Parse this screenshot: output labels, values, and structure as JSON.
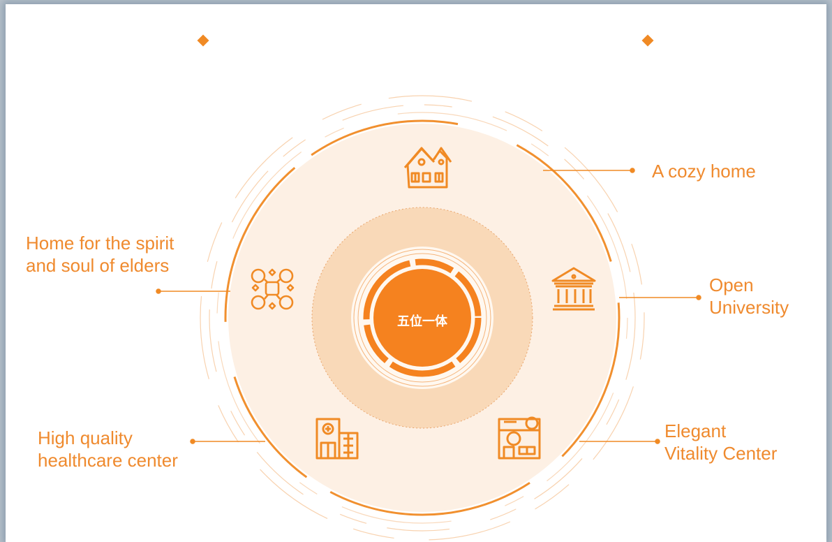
{
  "center": {
    "text": "五位一体"
  },
  "nodes": [
    {
      "id": "home",
      "label_lines": [
        "A cozy home"
      ],
      "icon": "house-icon"
    },
    {
      "id": "university",
      "label_lines": [
        "Open",
        "University"
      ],
      "icon": "university-building-icon"
    },
    {
      "id": "vitality",
      "label_lines": [
        "Elegant",
        "Vitality Center"
      ],
      "icon": "vitality-center-icon"
    },
    {
      "id": "healthcare",
      "label_lines": [
        "High quality",
        "healthcare center"
      ],
      "icon": "hospital-icon"
    },
    {
      "id": "spirit",
      "label_lines": [
        "Home for the spirit",
        "and soul of elders"
      ],
      "icon": "community-network-icon"
    }
  ],
  "colors": {
    "accent": "#f08a24",
    "accent_text": "#ef8a2e",
    "ring_light": "#fdf0e4",
    "ring_mid": "#f9d9b8",
    "center_fill": "#f5821f"
  }
}
